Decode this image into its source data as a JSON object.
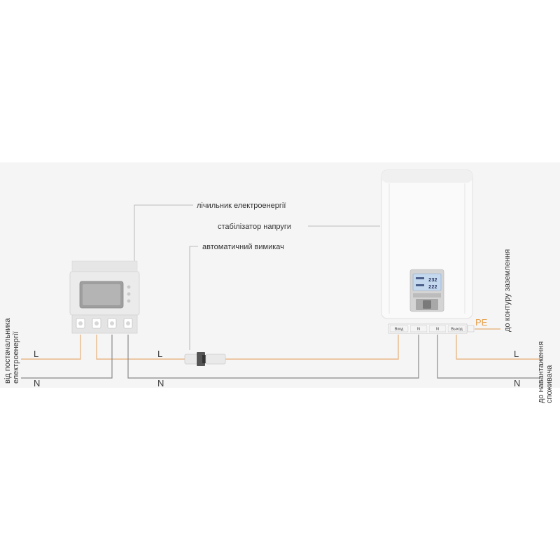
{
  "callouts": {
    "meter": "лічильник електроенергії",
    "stabilizer": "стабілізатор напруги",
    "breaker": "автоматичний вимикач"
  },
  "wires": {
    "L_left": "L",
    "N_left": "N",
    "L_mid": "L",
    "N_mid": "N",
    "L_right": "L",
    "N_right": "N",
    "PE": "PE"
  },
  "vertical_labels": {
    "supplier_line1": "від постачальника",
    "supplier_line2": "електроенергії",
    "ground": "до контуру заземлення",
    "load_line1": "до навантаження",
    "load_line2": "споживача"
  },
  "terminals": {
    "t1": "Вход",
    "t2": "N",
    "t3": "N",
    "t4": "Выход"
  },
  "display": {
    "row1": "232",
    "row2": "222"
  },
  "colors": {
    "phase": "#e9b98a",
    "neutral": "#8a8a8a",
    "pe": "#e8a04a",
    "callout_line": "#aaaaaa",
    "band": "#f5f5f5"
  }
}
